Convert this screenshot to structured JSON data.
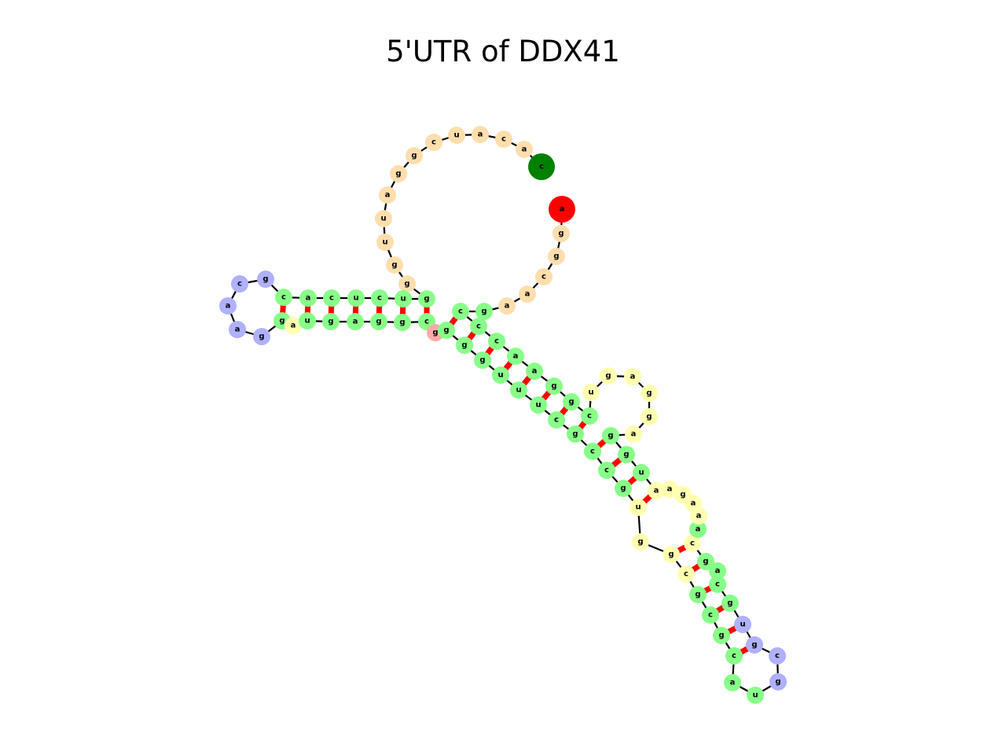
{
  "title": "5'UTR of DDX41",
  "chart_data": {
    "type": "rna-secondary-structure",
    "title": "5'UTR of DDX41",
    "sequence": [
      "c",
      "a",
      "c",
      "a",
      "u",
      "c",
      "g",
      "g",
      "a",
      "u",
      "u",
      "g",
      "g",
      "g",
      "u",
      "c",
      "u",
      "c",
      "a",
      "c",
      "g",
      "c",
      "a",
      "a",
      "g",
      "g",
      "a",
      "u",
      "g",
      "a",
      "g",
      "g",
      "c",
      "g",
      "g",
      "g",
      "g",
      "u",
      "u",
      "u",
      "c",
      "g",
      "c",
      "c",
      "g",
      "u",
      "g",
      "g",
      "c",
      "g",
      "c",
      "g",
      "c",
      "a",
      "u",
      "g",
      "c",
      "g",
      "u",
      "g",
      "c",
      "a",
      "g",
      "c",
      "a",
      "a",
      "a",
      "g",
      "a",
      "a",
      "u",
      "g",
      "g",
      "a",
      "g",
      "g",
      "a",
      "g",
      "u",
      "c",
      "g",
      "g",
      "a",
      "a",
      "c",
      "c",
      "c",
      "g",
      "a",
      "a",
      "c",
      "g",
      "g",
      "a"
    ],
    "base_pairs": [
      [
        13,
        32
      ],
      [
        14,
        31
      ],
      [
        15,
        30
      ],
      [
        16,
        29
      ],
      [
        17,
        28
      ],
      [
        18,
        27
      ],
      [
        19,
        25
      ],
      [
        34,
        86
      ],
      [
        35,
        85
      ],
      [
        36,
        84
      ],
      [
        37,
        83
      ],
      [
        38,
        82
      ],
      [
        39,
        81
      ],
      [
        40,
        80
      ],
      [
        41,
        79
      ],
      [
        42,
        72
      ],
      [
        43,
        71
      ],
      [
        44,
        70
      ],
      [
        45,
        69
      ],
      [
        47,
        63
      ],
      [
        48,
        62
      ],
      [
        49,
        60
      ],
      [
        50,
        59
      ],
      [
        51,
        58
      ],
      [
        52,
        57
      ]
    ],
    "element_types": "eeeeeeeeeeeeessssssshhhhhsissssssmsssssssssssiiiisssssshhhhssssisiiiiisssiiiiiissssssssseeeeeee",
    "colors": {
      "stem": "#88ff88",
      "hairpin": "#b0b0ff",
      "interior": "#ffffb0",
      "multiloop": "#ffaaaa",
      "exterior": "#ffdeae",
      "start": "#008000",
      "end": "#ff0000",
      "pair_bond": "#ff0000",
      "backbone": "#000000"
    }
  }
}
